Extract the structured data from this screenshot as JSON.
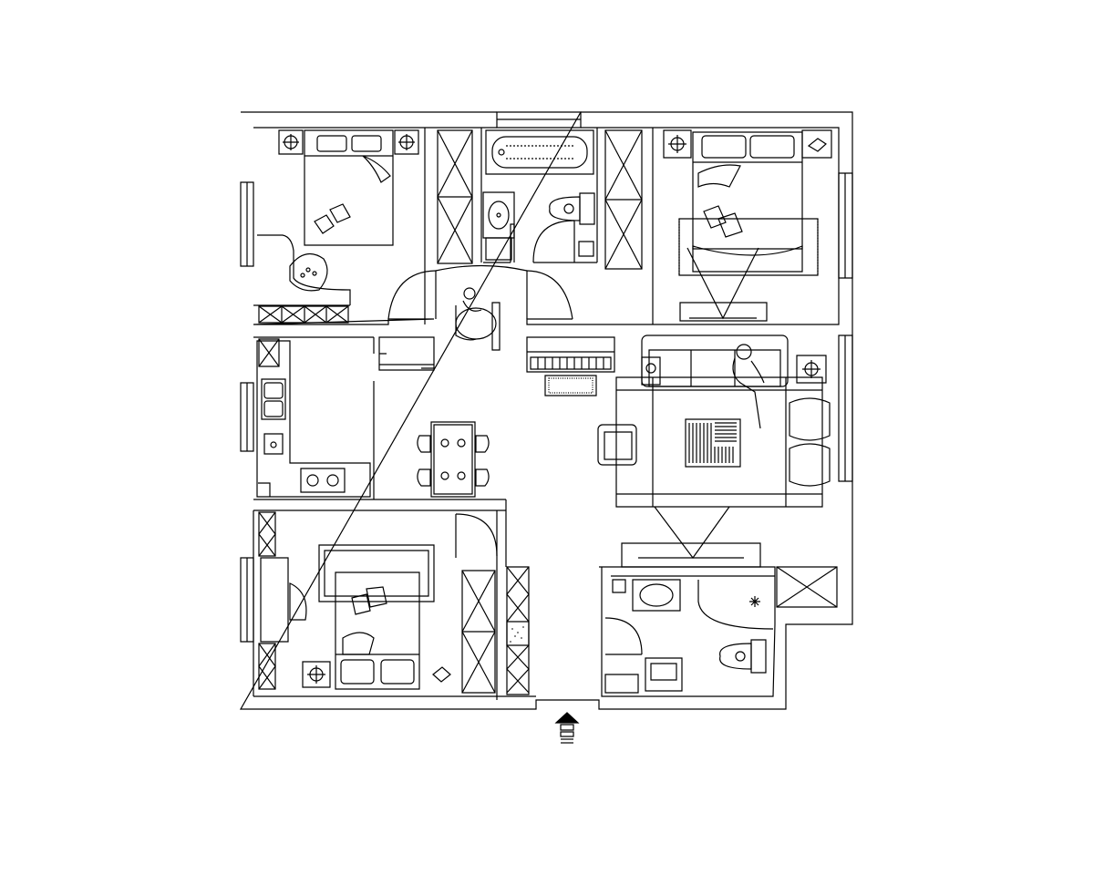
{
  "plan": {
    "colors": {
      "background": "#ffffff",
      "line": "#000000",
      "hatch": "#000000"
    },
    "rooms": [
      "bedroom-north-west",
      "bathroom-north",
      "bedroom-north-east",
      "kitchen",
      "dining-area",
      "living-room",
      "bedroom-south-west",
      "bathroom-south-east",
      "entrance"
    ],
    "furniture": [
      "double-bed",
      "nightstand",
      "armchair",
      "wardrobe",
      "bathtub",
      "washbasin",
      "toilet",
      "desk-chair",
      "tv-cabinet",
      "piano",
      "sofa",
      "coffee-table",
      "dining-table",
      "dining-chair",
      "sink",
      "stove",
      "washing-machine",
      "rug",
      "person-figure"
    ],
    "symbols": [
      "entry-arrow-icon",
      "door-swing-arc",
      "window"
    ]
  }
}
